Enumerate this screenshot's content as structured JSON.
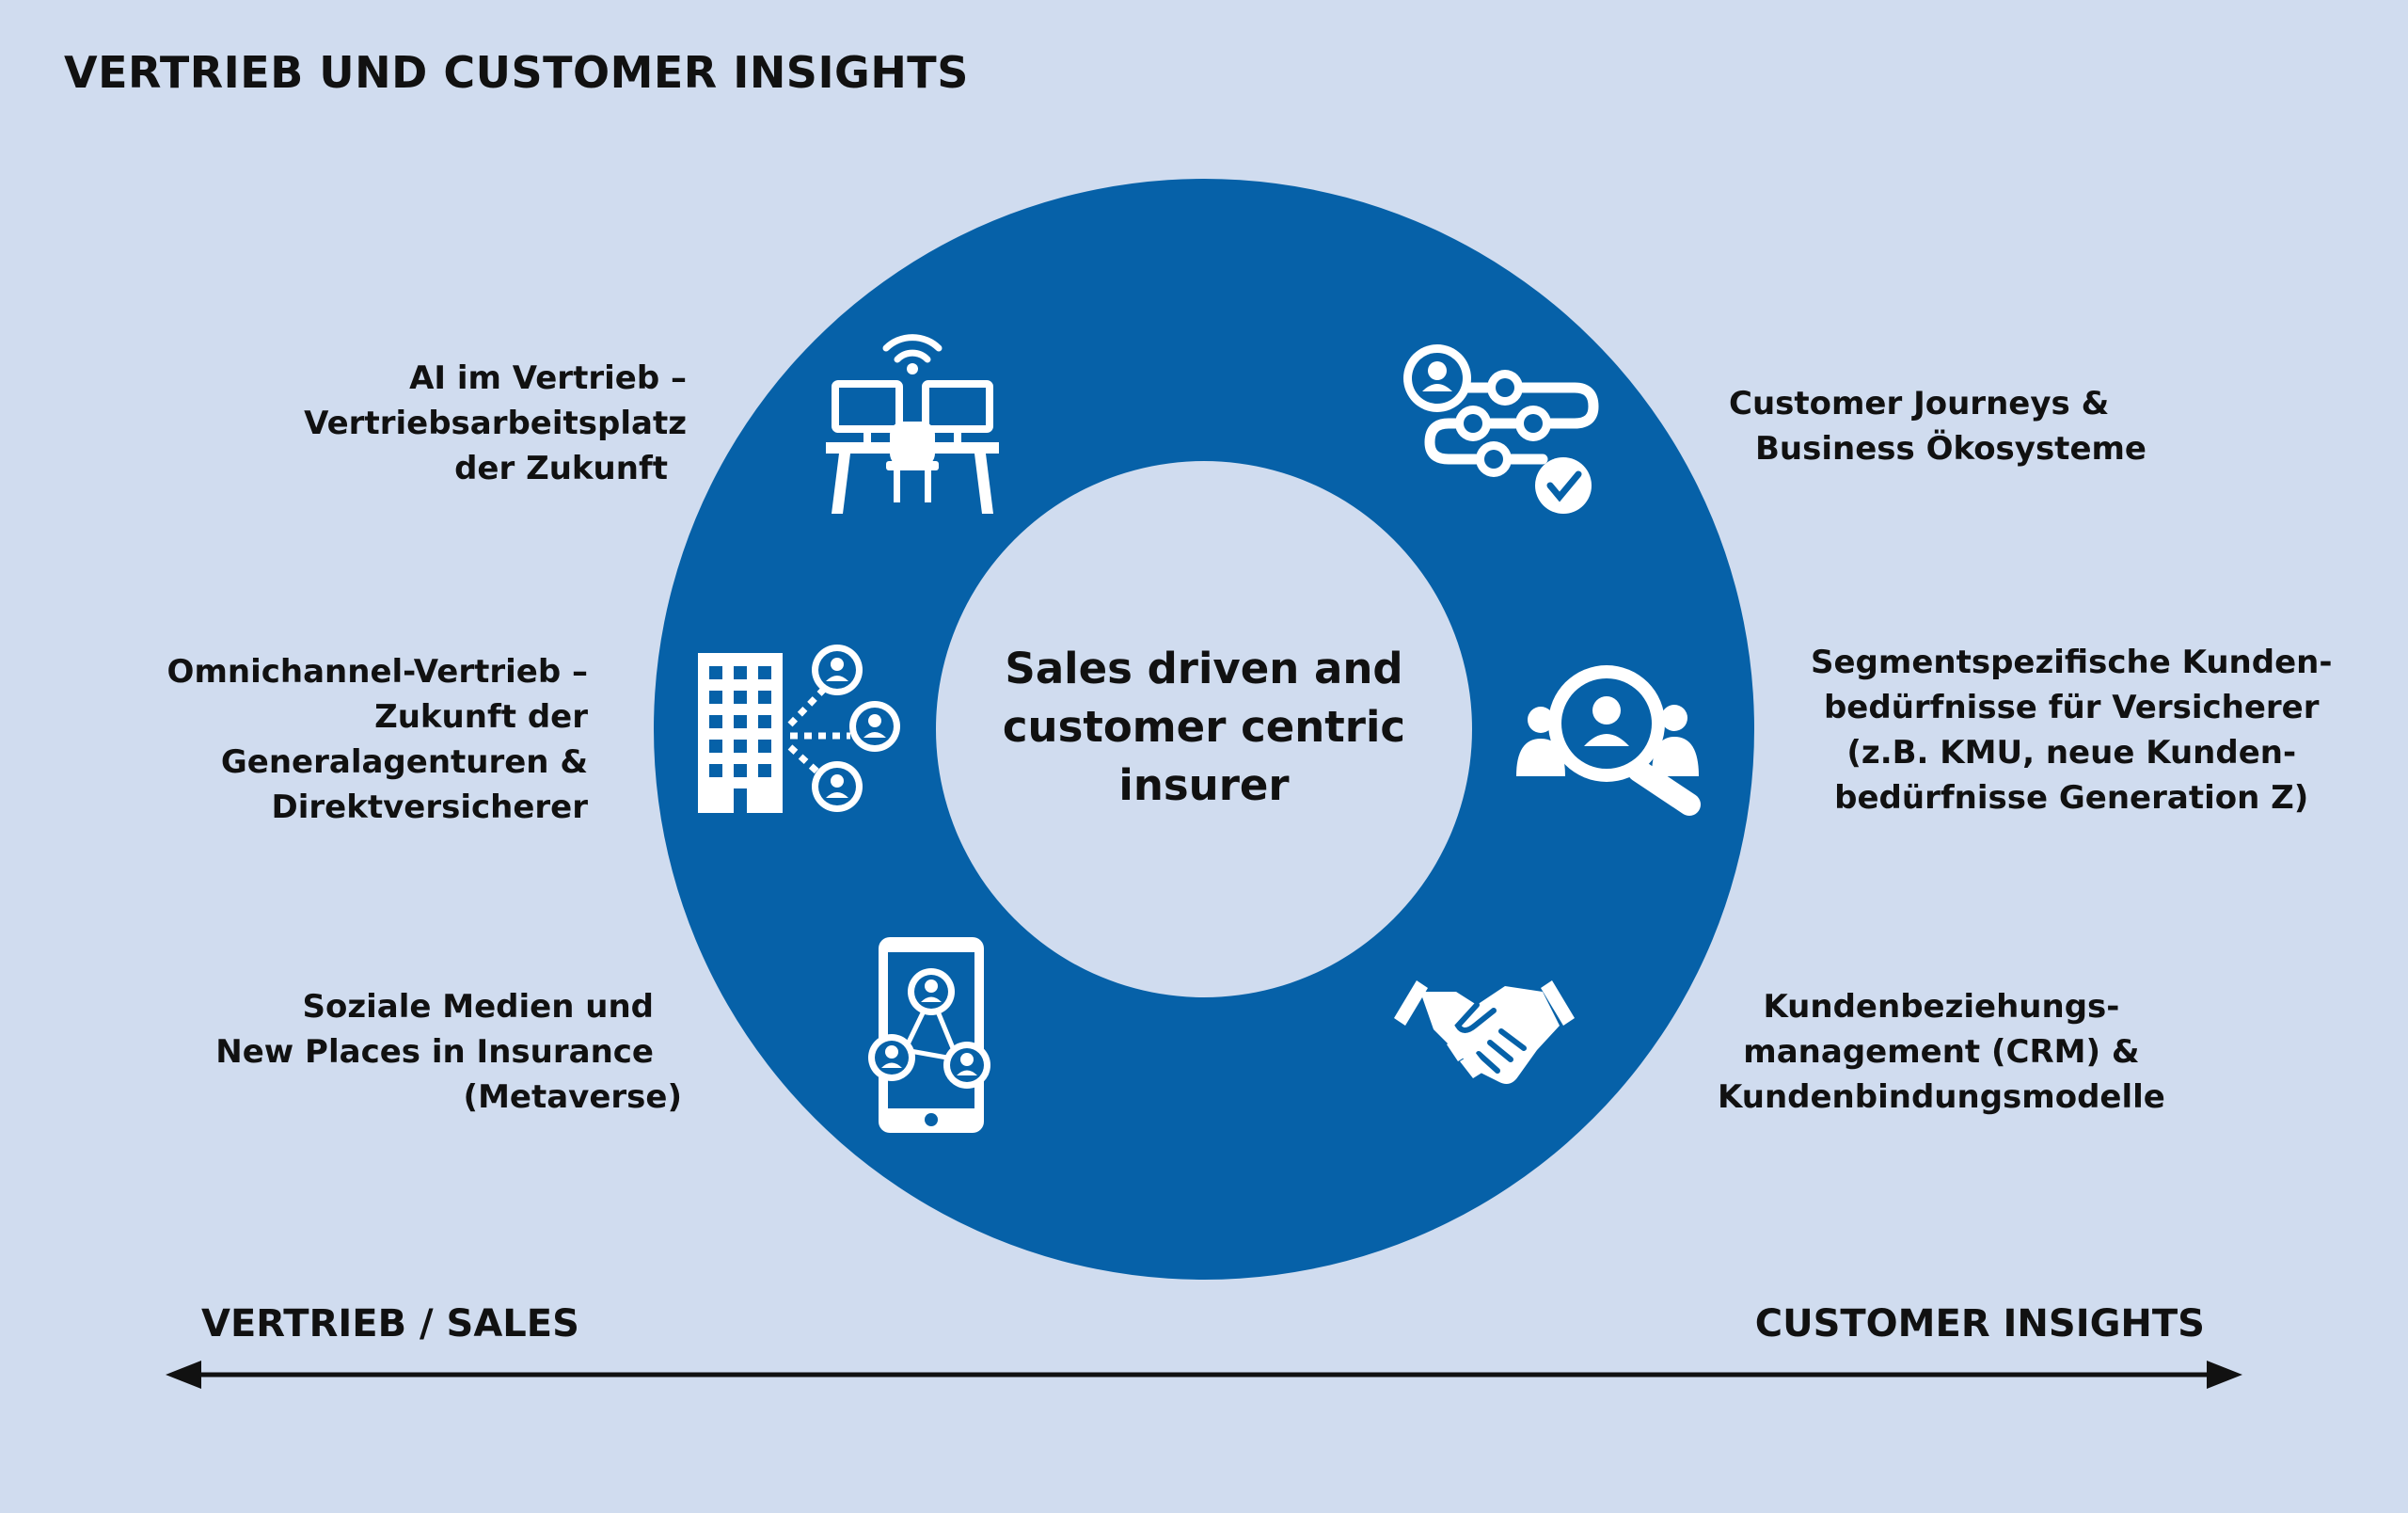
{
  "title": "VERTRIEB UND CUSTOMER INSIGHTS",
  "center": {
    "lines": [
      "Sales driven and",
      "customer centric",
      "insurer"
    ]
  },
  "segments": [
    {
      "icon": "workplace-icon",
      "lines": [
        "AI im Vertrieb –",
        "Vertriebsarbeitsplatz",
        "der Zukunft"
      ]
    },
    {
      "icon": "omnichannel-network-icon",
      "lines": [
        "Omnichannel-Vertrieb –",
        "Zukunft der",
        "Generalagenturen &",
        "Direktversicherer"
      ]
    },
    {
      "icon": "social-media-phone-icon",
      "lines": [
        "Soziale Medien und",
        "New Places in Insurance",
        "(Metaverse)"
      ]
    },
    {
      "icon": "customer-journey-icon",
      "lines": [
        "Customer Journeys &",
        "Business Ökosysteme"
      ]
    },
    {
      "icon": "customer-segment-search-icon",
      "lines": [
        "Segmentspezifische Kunden-",
        "bedürfnisse für Versicherer",
        "(z.B. KMU, neue Kunden-",
        "bedürfnisse Generation Z)"
      ]
    },
    {
      "icon": "handshake-icon",
      "lines": [
        "Kundenbeziehungs-",
        "management (CRM) &",
        "Kundenbindungsmodelle"
      ]
    }
  ],
  "axis": {
    "left_label": "VERTRIEB / SALES",
    "right_label": "CUSTOMER INSIGHTS"
  },
  "colors": {
    "background": "#d0dcef",
    "ring": "#0661a8",
    "icon": "#ffffff",
    "text": "#111111"
  }
}
